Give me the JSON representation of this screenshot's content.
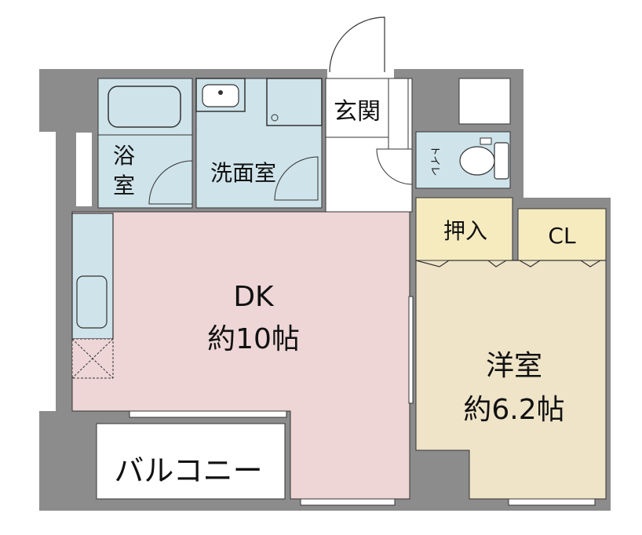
{
  "colors": {
    "wall": "#8c8c8c",
    "wet_area": "#cfe3ea",
    "dining_kitchen": "#eed6d6",
    "bedroom": "#efe4c8",
    "storage": "#f6ebbf",
    "balcony": "#ffffff",
    "line": "#333333"
  },
  "rooms": {
    "bath": {
      "line1": "浴",
      "line2": "室"
    },
    "washroom": {
      "label": "洗面室"
    },
    "entrance": {
      "label": "玄関"
    },
    "toilet": {
      "label": "トイレ"
    },
    "dk": {
      "name": "DK",
      "size": "約10帖"
    },
    "western": {
      "name": "洋室",
      "size": "約6.2帖"
    },
    "oshiire": {
      "label": "押入"
    },
    "closet": {
      "label": "CL"
    },
    "balcony": {
      "label": "バルコニー"
    }
  }
}
